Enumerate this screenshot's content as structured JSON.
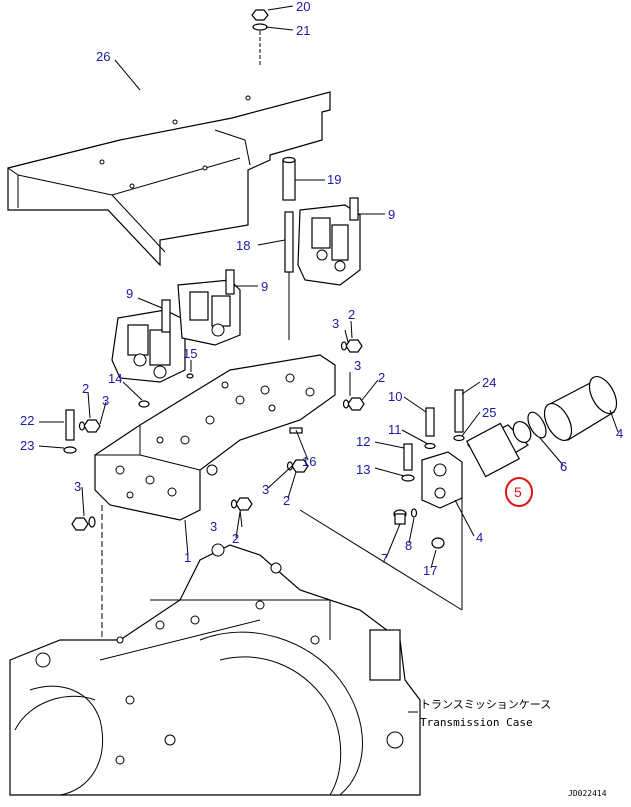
{
  "diagram": {
    "callouts": [
      {
        "id": "c20",
        "text": "20"
      },
      {
        "id": "c21",
        "text": "21"
      },
      {
        "id": "c26",
        "text": "26"
      },
      {
        "id": "c19",
        "text": "19"
      },
      {
        "id": "c9a",
        "text": "9"
      },
      {
        "id": "c18",
        "text": "18"
      },
      {
        "id": "c9b",
        "text": "9"
      },
      {
        "id": "c9c",
        "text": "9"
      },
      {
        "id": "c2a",
        "text": "2"
      },
      {
        "id": "c3a",
        "text": "3"
      },
      {
        "id": "c15",
        "text": "15"
      },
      {
        "id": "c3b",
        "text": "3"
      },
      {
        "id": "c2b",
        "text": "2"
      },
      {
        "id": "c14",
        "text": "14"
      },
      {
        "id": "c2c",
        "text": "2"
      },
      {
        "id": "c3c",
        "text": "3"
      },
      {
        "id": "c22",
        "text": "22"
      },
      {
        "id": "c23",
        "text": "23"
      },
      {
        "id": "c10",
        "text": "10"
      },
      {
        "id": "c24",
        "text": "24"
      },
      {
        "id": "c25",
        "text": "25"
      },
      {
        "id": "c4a",
        "text": "4"
      },
      {
        "id": "c11",
        "text": "11"
      },
      {
        "id": "c12",
        "text": "12"
      },
      {
        "id": "c16",
        "text": "16"
      },
      {
        "id": "c6",
        "text": "6"
      },
      {
        "id": "c13",
        "text": "13"
      },
      {
        "id": "c3d",
        "text": "3"
      },
      {
        "id": "c2d",
        "text": "2"
      },
      {
        "id": "c5",
        "text": "5"
      },
      {
        "id": "c3e",
        "text": "3"
      },
      {
        "id": "c4b",
        "text": "4"
      },
      {
        "id": "c3f",
        "text": "3"
      },
      {
        "id": "c2e",
        "text": "2"
      },
      {
        "id": "c1",
        "text": "1"
      },
      {
        "id": "c8",
        "text": "8"
      },
      {
        "id": "c7",
        "text": "7"
      },
      {
        "id": "c17",
        "text": "17"
      }
    ],
    "caption_jp": "トランスミッションケース",
    "caption_en": "Transmission Case",
    "drawing_code": "JD022414",
    "highlight_color": "#e01010",
    "callout_color": "#1a1aa6"
  }
}
